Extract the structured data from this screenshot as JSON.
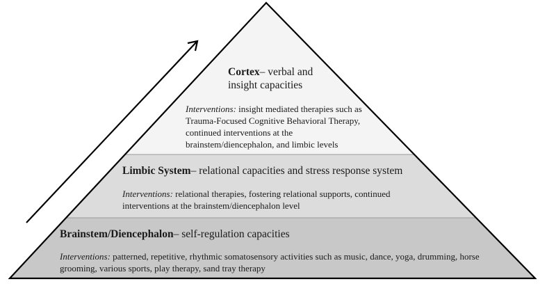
{
  "levels": [
    {
      "name": "Cortex",
      "capacity": "– verbal and insight capacities",
      "interventions_label": "Interventions:",
      "interventions": " insight mediated therapies such as Trauma-Focused Cognitive Behavioral Therapy, continued interventions at the brainstem/diencephalon, and limbic levels",
      "fill": "#f4f4f4"
    },
    {
      "name": "Limbic System",
      "capacity": "– relational capacities and stress response system",
      "interventions_label": "Interventions:",
      "interventions": " relational therapies, fostering relational supports, continued interventions at the brainstem/diencephalon level",
      "fill": "#dcdcdc"
    },
    {
      "name": "Brainstem/Diencephalon",
      "capacity": "– self-regulation capacities",
      "interventions_label": "Interventions:",
      "interventions": " patterned, repetitive, rhythmic somatosensory activities such as music, dance, yoga, drumming, horse grooming, various sports, play therapy, sand tray therapy",
      "fill": "#c8c8c8"
    }
  ],
  "colors": {
    "outline": "#000000",
    "divider": "#9a9a9a"
  },
  "arrow": {
    "direction": "up-right"
  }
}
